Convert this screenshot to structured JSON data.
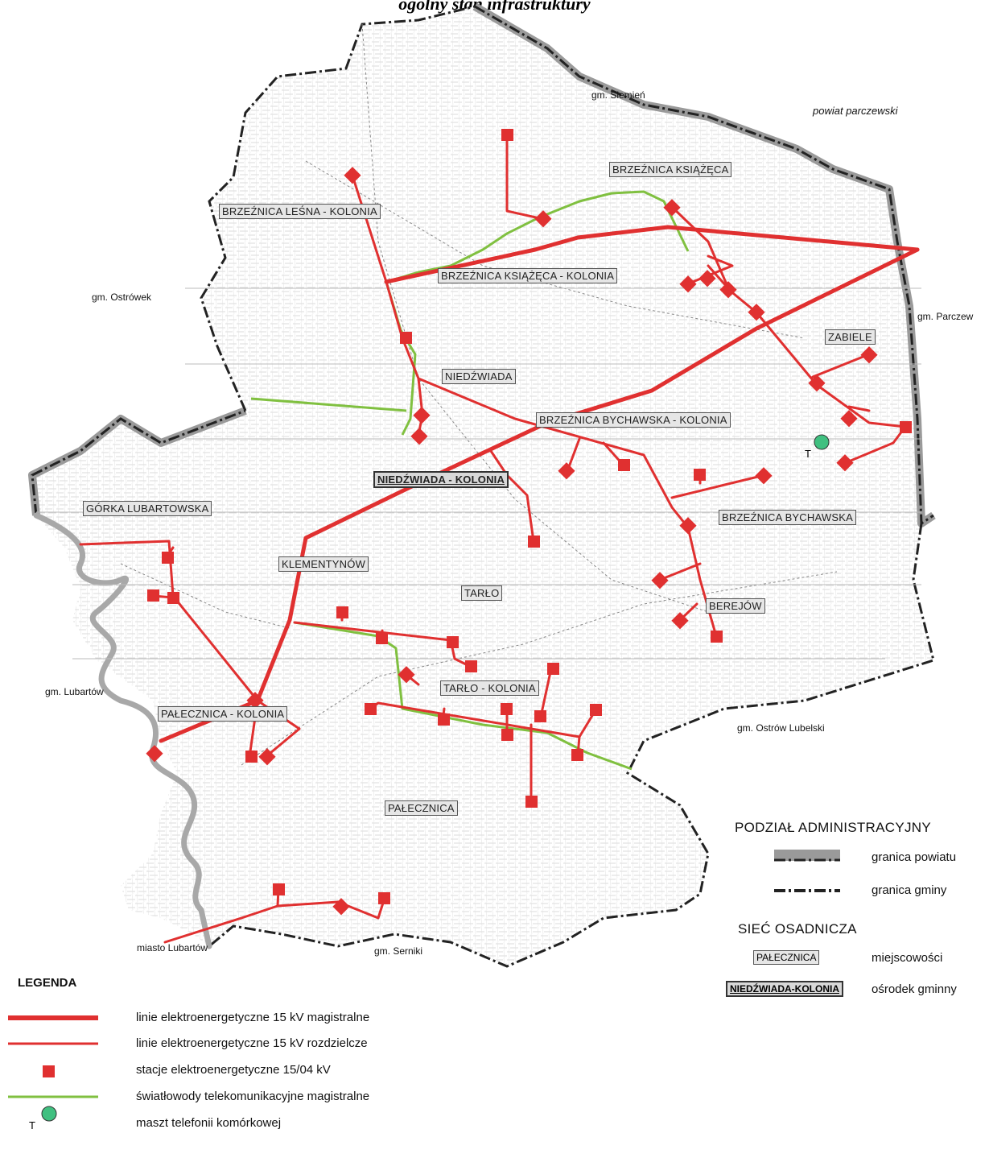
{
  "title": "ogólny stan infrastruktury",
  "neighbors": {
    "siemien": "gm. Siemień",
    "parczewski": "powiat parczewski",
    "ostrowek": "gm. Ostrówek",
    "parczew": "gm. Parczew",
    "lubartow": "gm. Lubartów",
    "ostrow_lubelski": "gm. Ostrów Lubelski",
    "miasto_lubartow": "miasto Lubartów",
    "serniki": "gm. Serniki"
  },
  "localities": [
    {
      "id": "brzeznica-ksiazeca",
      "name": "BRZEŹNICA KSIĄŻĘCA",
      "center": false
    },
    {
      "id": "brzeznica-lesna-kolonia",
      "name": "BRZEŹNICA LEŚNA - KOLONIA",
      "center": false
    },
    {
      "id": "brzeznica-ksiazeca-kolonia",
      "name": "BRZEŹNICA KSIĄŻĘCA - KOLONIA",
      "center": false
    },
    {
      "id": "zabiele",
      "name": "ZABIELE",
      "center": false
    },
    {
      "id": "niedzwiada",
      "name": "NIEDŹWIADA",
      "center": false
    },
    {
      "id": "brzeznica-bychawska-kolonia",
      "name": "BRZEŹNICA BYCHAWSKA - KOLONIA",
      "center": false
    },
    {
      "id": "niedzwiada-kolonia",
      "name": "NIEDŹWIADA - KOLONIA",
      "center": true
    },
    {
      "id": "gorka-lubartowska",
      "name": "GÓRKA LUBARTOWSKA",
      "center": false
    },
    {
      "id": "brzeznica-bychawska",
      "name": "BRZEŹNICA BYCHAWSKA",
      "center": false
    },
    {
      "id": "klementynow",
      "name": "KLEMENTYNÓW",
      "center": false
    },
    {
      "id": "tarlo",
      "name": "TARŁO",
      "center": false
    },
    {
      "id": "berejow",
      "name": "BEREJÓW",
      "center": false
    },
    {
      "id": "tarlo-kolonia",
      "name": "TARŁO - KOLONIA",
      "center": false
    },
    {
      "id": "palecznica-kolonia",
      "name": "PAŁECZNICA - KOLONIA",
      "center": false
    },
    {
      "id": "palecznica",
      "name": "PAŁECZNICA",
      "center": false
    }
  ],
  "mast_marker": "T",
  "legend": {
    "heading": "LEGENDA",
    "items": [
      {
        "symbol": "thick-red-line",
        "label": "linie elektroenergetyczne 15 kV magistralne"
      },
      {
        "symbol": "thin-red-line",
        "label": "linie elektroenergetyczne 15 kV rozdzielcze"
      },
      {
        "symbol": "red-square",
        "label": "stacje elektroenergetyczne 15/04 kV"
      },
      {
        "symbol": "green-line",
        "label": "światłowody telekomunikacyjne magistralne"
      },
      {
        "symbol": "green-circle",
        "label": "maszt telefonii komórkowej"
      }
    ]
  },
  "admin_legend": {
    "heading": "PODZIAŁ ADMINISTRACYJNY",
    "items": [
      {
        "symbol": "county-border",
        "label": "granica powiatu"
      },
      {
        "symbol": "commune-border",
        "label": "granica gminy"
      }
    ]
  },
  "settlement_legend": {
    "heading": "SIEĆ OSADNICZA",
    "items": [
      {
        "sample": "PAŁECZNICA",
        "label": "miejscowości"
      },
      {
        "sample": "NIEDŹWIADA-KOLONIA",
        "label": "ośrodek gminny"
      }
    ]
  },
  "colors": {
    "power_line": "#e03030",
    "fiber_line": "#80c040",
    "station": "#e03030",
    "mast": "#40c080",
    "border_dark": "#222222",
    "border_gray": "#9a9a9a"
  }
}
